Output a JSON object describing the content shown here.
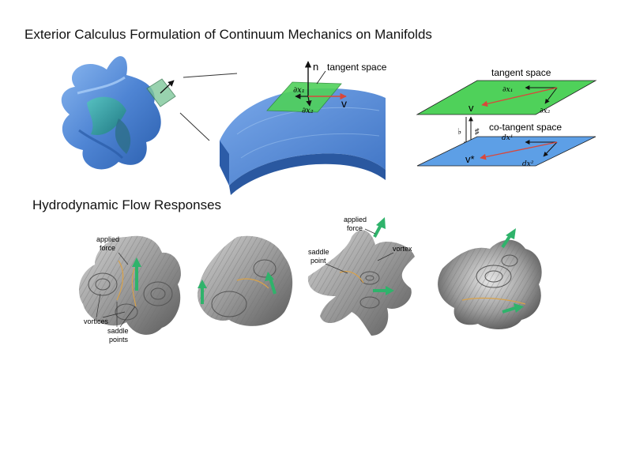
{
  "headings": {
    "section1": "Exterior Calculus Formulation of Continuum Mechanics on Manifolds",
    "section2": "Hydrodynamic Flow Responses"
  },
  "geometry_panel": {
    "normal_label": "n",
    "tangent_space_label": "tangent space",
    "basis1": "∂x₁",
    "basis2": "∂x₂",
    "vector_label": "v"
  },
  "dual_panel": {
    "top_plane_label": "tangent space",
    "bottom_plane_label": "co-tangent space",
    "top_basis1": "∂x₁",
    "top_basis2": "∂x₂",
    "top_vector": "v",
    "bottom_basis1": "dx¹",
    "bottom_basis2": "dx²",
    "bottom_vector": "v*",
    "flat_symbol": "♭",
    "sharp_symbol": "♯"
  },
  "flow_panel": {
    "fig1_applied_force": [
      "applied",
      "force"
    ],
    "fig1_vortices": "vortices",
    "fig1_saddle": [
      "saddle",
      "points"
    ],
    "fig3_applied_force": [
      "applied",
      "force"
    ],
    "fig3_saddle": [
      "saddle",
      "point"
    ],
    "fig3_vortex": "vortex"
  },
  "colors": {
    "surface_blue": "#5b8fd6",
    "surface_teal": "#3aa0a0",
    "plane_green": "#4fd15a",
    "plane_blue": "#5d9fe6",
    "vector_red": "#d9473a",
    "force_green": "#2fb36b",
    "flow_gray": "#8a8a8a"
  }
}
